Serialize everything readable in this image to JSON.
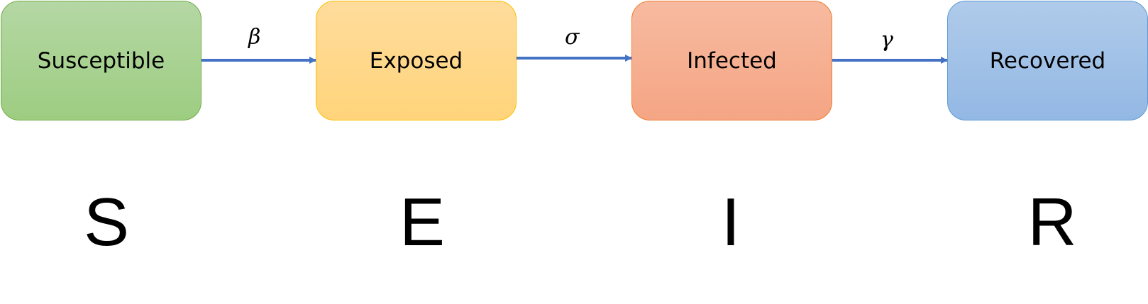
{
  "compartments": [
    {
      "label": "Susceptible",
      "letter": "S",
      "fill": "#a9d18e",
      "border": "#70ad47"
    },
    {
      "label": "Exposed",
      "letter": "E",
      "fill": "#ffd966",
      "border": "#ffc000"
    },
    {
      "label": "Infected",
      "letter": "I",
      "fill": "#f4b183",
      "border": "#ed7d31"
    },
    {
      "label": "Recovered",
      "letter": "R",
      "fill": "#9dc3e6",
      "border": "#5b9bd5"
    }
  ],
  "transitions": [
    {
      "from": "Susceptible",
      "to": "Exposed",
      "rate": "β"
    },
    {
      "from": "Exposed",
      "to": "Infected",
      "rate": "σ"
    },
    {
      "from": "Infected",
      "to": "Recovered",
      "rate": "γ"
    }
  ],
  "arrow_color": "#4472c4"
}
